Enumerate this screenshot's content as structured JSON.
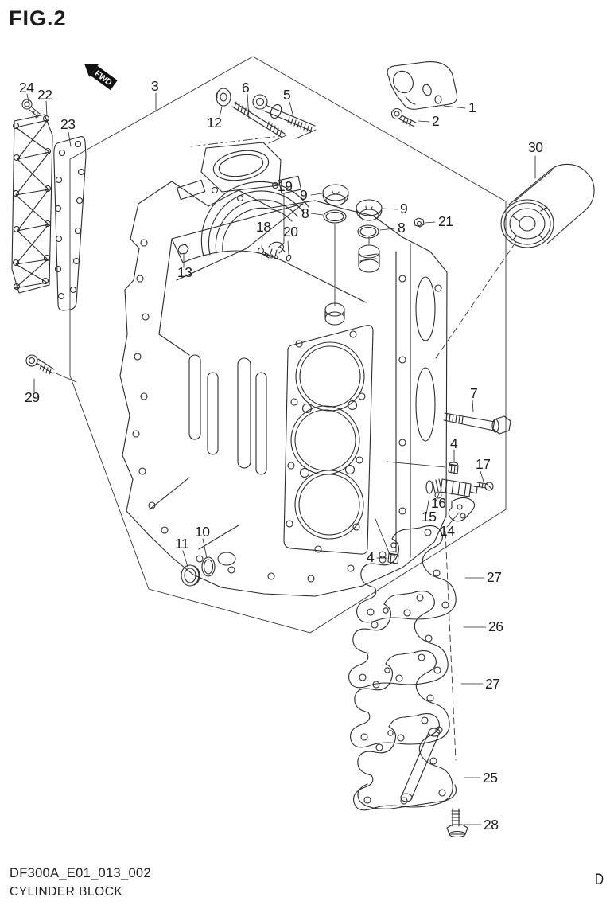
{
  "figure": {
    "title": "FIG.2",
    "direction_label": "FWD",
    "page_letter": "D"
  },
  "footer": {
    "code": "DF300A_E01_013_002",
    "caption": "CYLINDER BLOCK"
  },
  "colors": {
    "line": "#2a2a2a",
    "background": "#ffffff",
    "arrow_fill": "#111111"
  },
  "callouts": [
    {
      "part": "24"
    },
    {
      "part": "22"
    },
    {
      "part": "23"
    },
    {
      "part": "3"
    },
    {
      "part": "12"
    },
    {
      "part": "6"
    },
    {
      "part": "5"
    },
    {
      "part": "1"
    },
    {
      "part": "2"
    },
    {
      "part": "30"
    },
    {
      "part": "19"
    },
    {
      "part": "9"
    },
    {
      "part": "8"
    },
    {
      "part": "9"
    },
    {
      "part": "8"
    },
    {
      "part": "21"
    },
    {
      "part": "18"
    },
    {
      "part": "20"
    },
    {
      "part": "13"
    },
    {
      "part": "29"
    },
    {
      "part": "7"
    },
    {
      "part": "4"
    },
    {
      "part": "17"
    },
    {
      "part": "16"
    },
    {
      "part": "15"
    },
    {
      "part": "14"
    },
    {
      "part": "10"
    },
    {
      "part": "11"
    },
    {
      "part": "4"
    },
    {
      "part": "27"
    },
    {
      "part": "26"
    },
    {
      "part": "27"
    },
    {
      "part": "25"
    },
    {
      "part": "28"
    }
  ]
}
